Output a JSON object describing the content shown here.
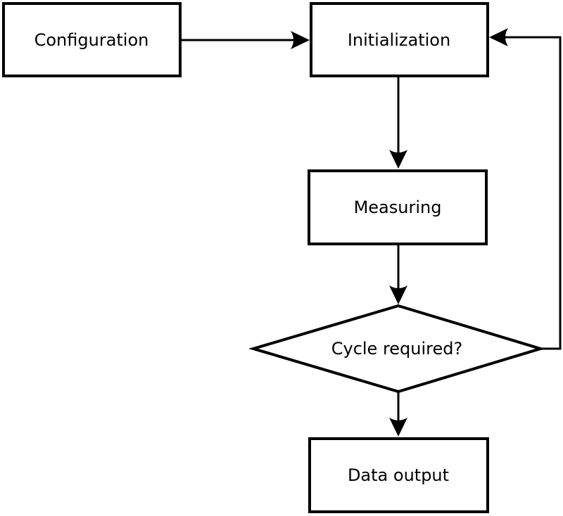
{
  "diagram": {
    "type": "flowchart",
    "background_color": "#ffffff",
    "line_color": "#000000",
    "text_color": "#000000",
    "nodes": [
      {
        "id": "configuration",
        "shape": "rectangle",
        "label": "Configuration"
      },
      {
        "id": "initialization",
        "shape": "rectangle",
        "label": "Initialization"
      },
      {
        "id": "measuring",
        "shape": "rectangle",
        "label": "Measuring"
      },
      {
        "id": "cycle-required",
        "shape": "diamond",
        "label": "Cycle required?"
      },
      {
        "id": "data-output",
        "shape": "rectangle",
        "label": "Data output"
      }
    ],
    "edges": [
      {
        "from": "configuration",
        "to": "initialization",
        "direction": "right"
      },
      {
        "from": "initialization",
        "to": "measuring",
        "direction": "down"
      },
      {
        "from": "measuring",
        "to": "cycle-required",
        "direction": "down"
      },
      {
        "from": "cycle-required",
        "to": "data-output",
        "direction": "down"
      },
      {
        "from": "cycle-required",
        "to": "initialization",
        "direction": "right-up-loop"
      }
    ]
  }
}
